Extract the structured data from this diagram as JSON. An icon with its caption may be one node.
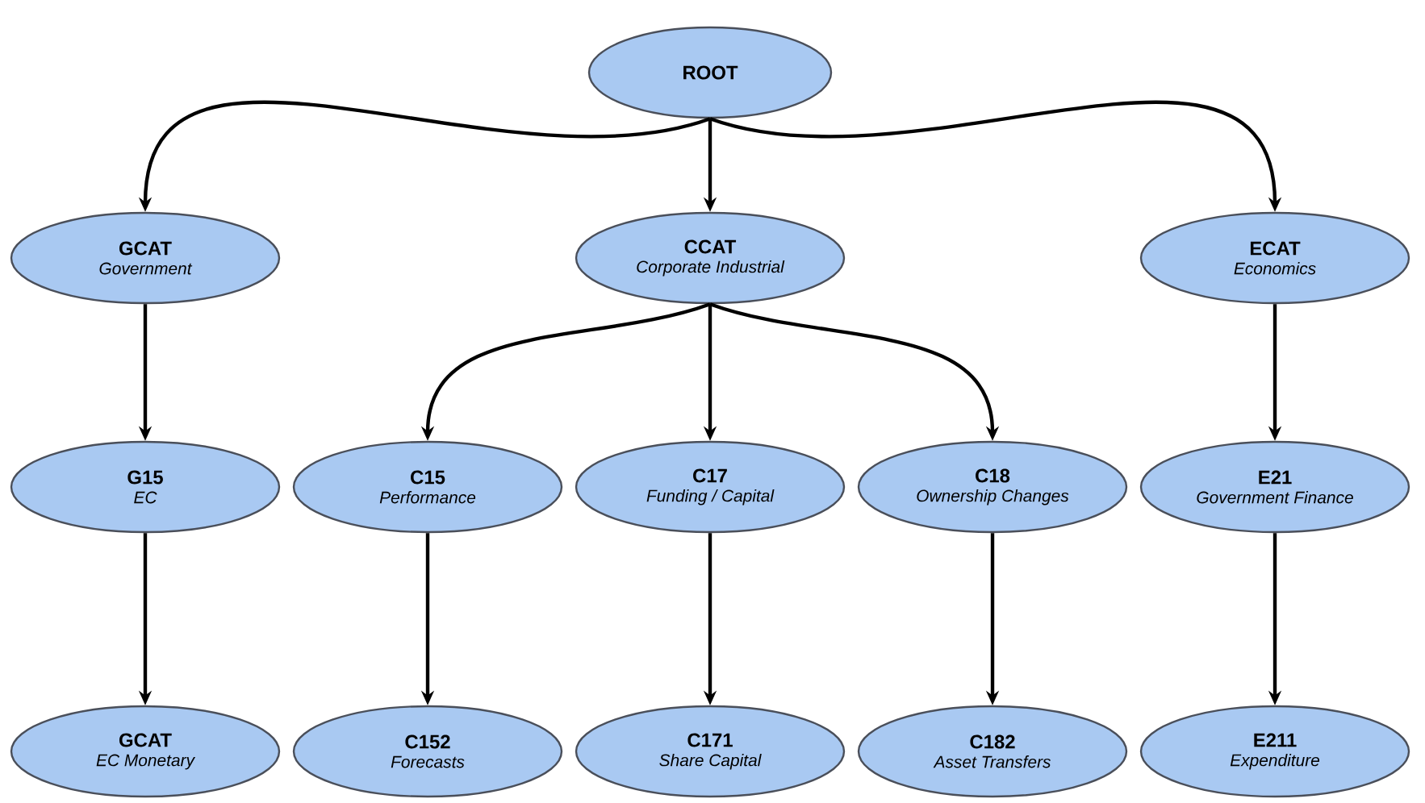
{
  "diagram": {
    "nodes": [
      {
        "text": [
          "ROOT"
        ]
      },
      {
        "text": [
          "GCAT",
          "Government"
        ]
      },
      {
        "text": [
          "CCAT",
          "Corporate Industrial"
        ]
      },
      {
        "text": [
          "ECAT",
          "Economics"
        ]
      },
      {
        "text": [
          "G15",
          "EC"
        ]
      },
      {
        "text": [
          "C15",
          "Performance"
        ]
      },
      {
        "text": [
          "C17",
          "Funding / Capital"
        ]
      },
      {
        "text": [
          "C18",
          "Ownership Changes"
        ]
      },
      {
        "text": [
          "E21",
          "Government Finance"
        ]
      },
      {
        "text": [
          "GCAT",
          "EC Monetary"
        ]
      },
      {
        "text": [
          "C152",
          "Forecasts"
        ]
      },
      {
        "text": [
          "C171",
          "Share Capital"
        ]
      },
      {
        "text": [
          "C182",
          "Asset Transfers"
        ]
      },
      {
        "text": [
          "E211",
          "Expenditure"
        ]
      }
    ],
    "edges": [
      {
        "from": 0,
        "to": 1,
        "arrow": "to"
      },
      {
        "from": 0,
        "to": 2,
        "arrow": "to"
      },
      {
        "from": 0,
        "to": 3,
        "arrow": "to"
      },
      {
        "from": 1,
        "to": 4,
        "arrow": "to"
      },
      {
        "from": 2,
        "to": 5,
        "arrow": "to"
      },
      {
        "from": 2,
        "to": 6,
        "arrow": "to"
      },
      {
        "from": 2,
        "to": 7,
        "arrow": "to"
      },
      {
        "from": 3,
        "to": 8,
        "arrow": "to"
      },
      {
        "from": 4,
        "to": 9,
        "arrow": "to"
      },
      {
        "from": 5,
        "to": 10,
        "arrow": "to"
      },
      {
        "from": 6,
        "to": 11,
        "arrow": "to"
      },
      {
        "from": 7,
        "to": 12,
        "arrow": "to"
      },
      {
        "from": 8,
        "to": 13,
        "arrow": "to"
      }
    ]
  }
}
